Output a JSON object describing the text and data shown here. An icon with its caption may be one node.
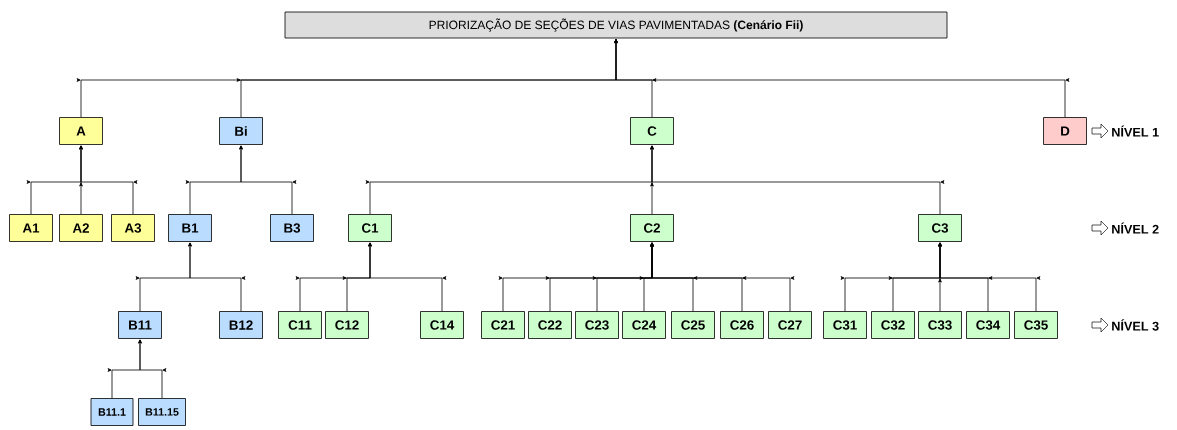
{
  "diagram": {
    "nodes": [
      {
        "text": [
          "PRIORIZAÇÃO DE SEÇÕES DE VIAS PAVIMENTADAS **(Cenário Fii)**"
        ]
      },
      {
        "text": [
          "A"
        ]
      },
      {
        "text": [
          "Bi"
        ]
      },
      {
        "text": [
          "C"
        ]
      },
      {
        "text": [
          "D"
        ]
      },
      {
        "text": [
          "A1"
        ]
      },
      {
        "text": [
          "A2"
        ]
      },
      {
        "text": [
          "A3"
        ]
      },
      {
        "text": [
          "B1"
        ]
      },
      {
        "text": [
          "B3"
        ]
      },
      {
        "text": [
          "C1"
        ]
      },
      {
        "text": [
          "C2"
        ]
      },
      {
        "text": [
          "C3"
        ]
      },
      {
        "text": [
          "B11"
        ]
      },
      {
        "text": [
          "B12"
        ]
      },
      {
        "text": [
          "C11"
        ]
      },
      {
        "text": [
          "C12"
        ]
      },
      {
        "text": [
          "C14"
        ]
      },
      {
        "text": [
          "C21"
        ]
      },
      {
        "text": [
          "C22"
        ]
      },
      {
        "text": [
          "C23"
        ]
      },
      {
        "text": [
          "C24"
        ]
      },
      {
        "text": [
          "C25"
        ]
      },
      {
        "text": [
          "C26"
        ]
      },
      {
        "text": [
          "C27"
        ]
      },
      {
        "text": [
          "C31"
        ]
      },
      {
        "text": [
          "C32"
        ]
      },
      {
        "text": [
          "C33"
        ]
      },
      {
        "text": [
          "C34"
        ]
      },
      {
        "text": [
          "C35"
        ]
      },
      {
        "text": [
          "B11.1"
        ]
      },
      {
        "text": [
          "B11.15"
        ]
      }
    ],
    "edges": [
      {
        "from": 1,
        "to": 0,
        "arrow": "to"
      },
      {
        "from": 2,
        "to": 0,
        "arrow": "to"
      },
      {
        "from": 3,
        "to": 0,
        "arrow": "to"
      },
      {
        "from": 4,
        "to": 0,
        "arrow": "to"
      },
      {
        "from": 5,
        "to": 1,
        "arrow": "to"
      },
      {
        "from": 6,
        "to": 1,
        "arrow": "to"
      },
      {
        "from": 7,
        "to": 1,
        "arrow": "to"
      },
      {
        "from": 8,
        "to": 2,
        "arrow": "to"
      },
      {
        "from": 9,
        "to": 2,
        "arrow": "to"
      },
      {
        "from": 10,
        "to": 3,
        "arrow": "to"
      },
      {
        "from": 11,
        "to": 3,
        "arrow": "to"
      },
      {
        "from": 12,
        "to": 3,
        "arrow": "to"
      },
      {
        "from": 13,
        "to": 8,
        "arrow": "to"
      },
      {
        "from": 14,
        "to": 8,
        "arrow": "to"
      },
      {
        "from": 15,
        "to": 10,
        "arrow": "to"
      },
      {
        "from": 16,
        "to": 10,
        "arrow": "to"
      },
      {
        "from": 17,
        "to": 10,
        "arrow": "to"
      },
      {
        "from": 18,
        "to": 11,
        "arrow": "to"
      },
      {
        "from": 19,
        "to": 11,
        "arrow": "to"
      },
      {
        "from": 20,
        "to": 11,
        "arrow": "to"
      },
      {
        "from": 21,
        "to": 11,
        "arrow": "to"
      },
      {
        "from": 22,
        "to": 11,
        "arrow": "to"
      },
      {
        "from": 23,
        "to": 11,
        "arrow": "to"
      },
      {
        "from": 24,
        "to": 11,
        "arrow": "to"
      },
      {
        "from": 25,
        "to": 12,
        "arrow": "to"
      },
      {
        "from": 26,
        "to": 12,
        "arrow": "to"
      },
      {
        "from": 27,
        "to": 12,
        "arrow": "to"
      },
      {
        "from": 28,
        "to": 12,
        "arrow": "to"
      },
      {
        "from": 29,
        "to": 12,
        "arrow": "to"
      },
      {
        "from": 30,
        "to": 13,
        "arrow": "to"
      },
      {
        "from": 31,
        "to": 13,
        "arrow": "to"
      }
    ],
    "labels": [
      "NÍVEL 1",
      "NÍVEL 2",
      "NÍVEL 3"
    ]
  }
}
